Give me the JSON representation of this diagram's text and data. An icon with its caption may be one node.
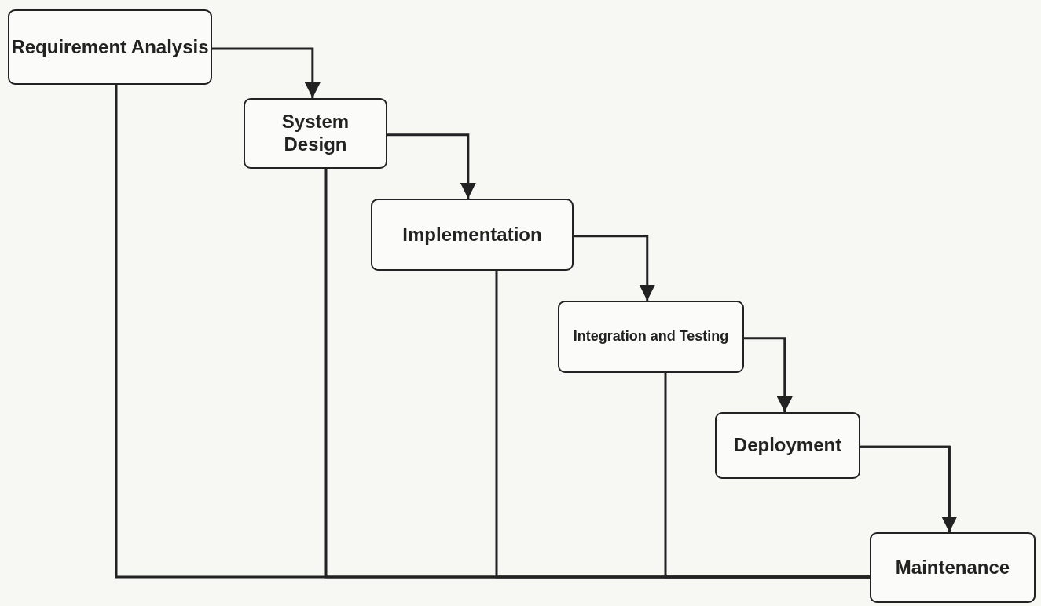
{
  "diagram": {
    "nodes": [
      {
        "text": [
          "Requirement Analysis"
        ]
      },
      {
        "text": [
          "System Design"
        ]
      },
      {
        "text": [
          "Implementation"
        ]
      },
      {
        "text": [
          "Integration and Testing"
        ]
      },
      {
        "text": [
          "Deployment"
        ]
      },
      {
        "text": [
          "Maintenance"
        ]
      }
    ],
    "edges": [
      {
        "from": 0,
        "to": 1,
        "arrow": "to"
      },
      {
        "from": 1,
        "to": 2,
        "arrow": "to"
      },
      {
        "from": 2,
        "to": 3,
        "arrow": "to"
      },
      {
        "from": 3,
        "to": 4,
        "arrow": "to"
      },
      {
        "from": 4,
        "to": 5,
        "arrow": "to"
      },
      {
        "from": 0,
        "to": 5,
        "arrow": "none"
      },
      {
        "from": 1,
        "to": 5,
        "arrow": "none"
      },
      {
        "from": 2,
        "to": 5,
        "arrow": "none"
      },
      {
        "from": 3,
        "to": 5,
        "arrow": "none"
      },
      {
        "from": 4,
        "to": 5,
        "arrow": "none"
      }
    ]
  }
}
